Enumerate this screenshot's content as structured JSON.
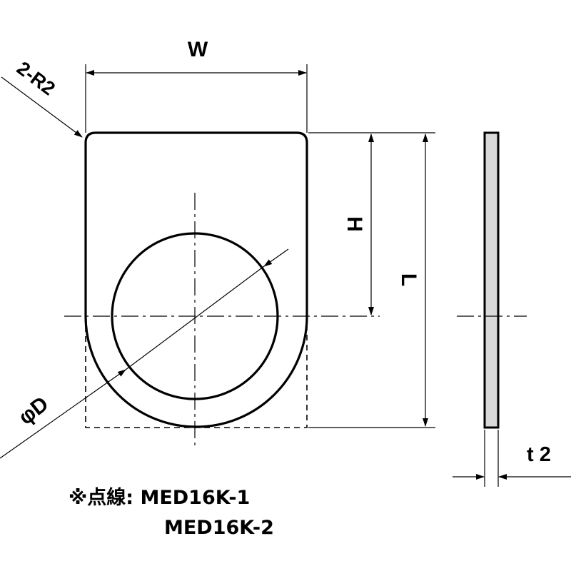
{
  "labels": {
    "width": "W",
    "corner_radius": "2-R2",
    "height": "H",
    "length": "L",
    "diameter": "φD",
    "thickness": "t 2"
  },
  "note": {
    "line1": "※点線: MED16K-1",
    "line2": "MED16K-2"
  },
  "colors": {
    "line": "#000000",
    "plate_side": "#d9d9d9",
    "background": "#ffffff"
  }
}
